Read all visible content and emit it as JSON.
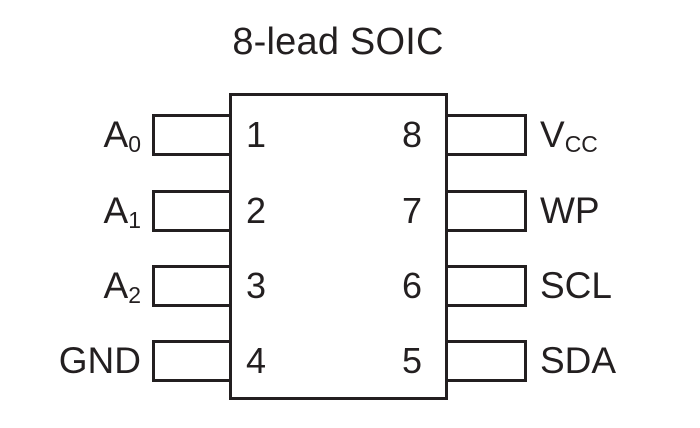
{
  "diagram": {
    "title": "8-lead SOIC",
    "package_type": "SOIC",
    "lead_count": 8,
    "colors": {
      "outline": "#231f20",
      "background": "#ffffff",
      "text": "#231f20"
    },
    "rows": [
      {
        "left_pin_number": "1",
        "left_signal": "A",
        "left_signal_sub": "0",
        "right_pin_number": "8",
        "right_signal": "V",
        "right_signal_sub": "CC"
      },
      {
        "left_pin_number": "2",
        "left_signal": "A",
        "left_signal_sub": "1",
        "right_pin_number": "7",
        "right_signal": "WP",
        "right_signal_sub": ""
      },
      {
        "left_pin_number": "3",
        "left_signal": "A",
        "left_signal_sub": "2",
        "right_pin_number": "6",
        "right_signal": "SCL",
        "right_signal_sub": ""
      },
      {
        "left_pin_number": "4",
        "left_signal": "GND",
        "left_signal_sub": "",
        "right_pin_number": "5",
        "right_signal": "SDA",
        "right_signal_sub": ""
      }
    ]
  }
}
